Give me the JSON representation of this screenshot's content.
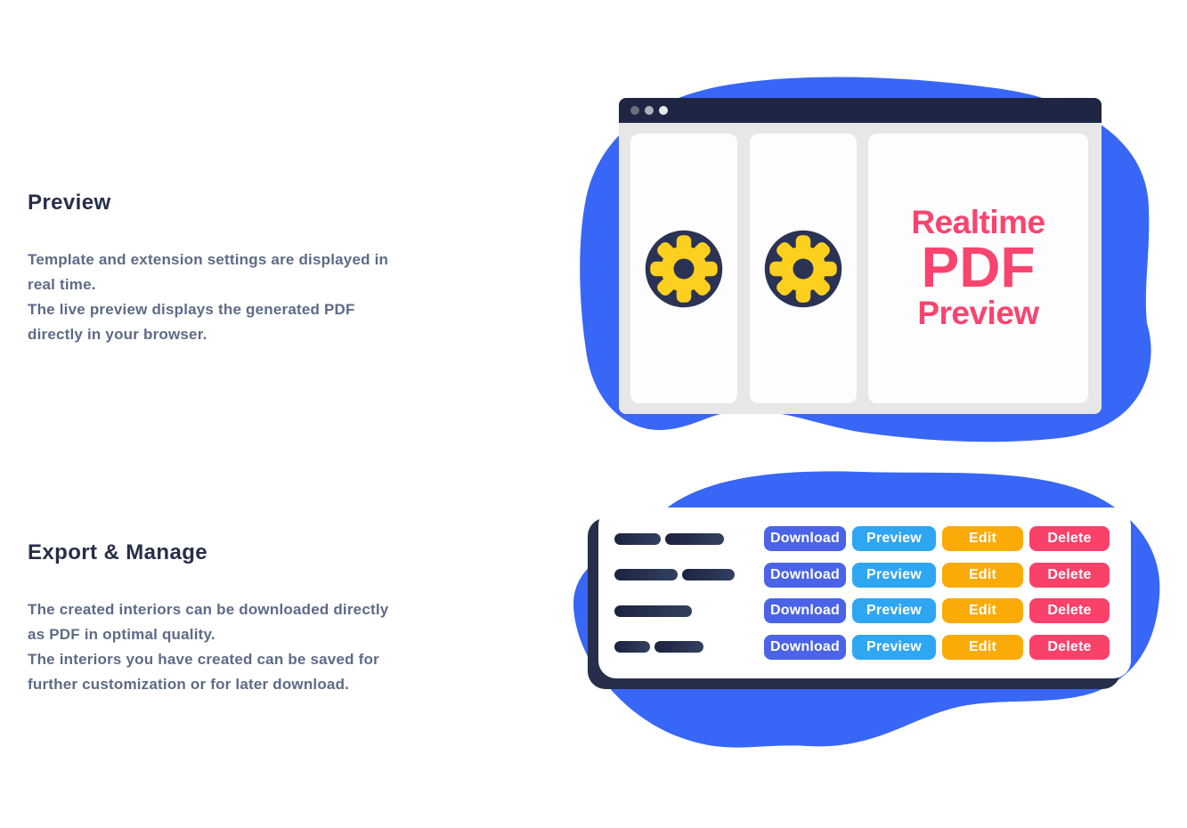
{
  "colors": {
    "blob-blue": "#3866f6",
    "titlebar-navy": "#1f2644",
    "window-gray": "#e7e7e9",
    "panel-white": "#fdfdfe",
    "gear-navy": "#2a3354",
    "gear-yellow": "#fdd01f",
    "pdf-pink": "#f9446e",
    "heading-navy": "#272e49",
    "body-slate": "#5d6b86",
    "card-shadow-navy": "#272e49",
    "dash-dark": "#1b2340",
    "dash-light": "#32405f",
    "dot-1": "#6e7077",
    "dot-2": "#aeb1b8",
    "dot-3": "#e9eaee"
  },
  "sections": {
    "preview": {
      "heading": "Preview",
      "body": "Template and extension settings are displayed in\nreal time.\nThe live preview displays the generated PDF\ndirectly in your browser."
    },
    "manage": {
      "heading": "Export & Manage",
      "body": "The created interiors can be downloaded directly\nas PDF in optimal quality.\nThe interiors you have created can be saved for\nfurther customization or for later download."
    }
  },
  "preview_illustration": {
    "pdf_text": [
      "Realtime",
      "PDF",
      "Preview"
    ]
  },
  "manage_illustration": {
    "actions": [
      {
        "label": "Download",
        "color": "#4a63e8",
        "width": 92
      },
      {
        "label": "Preview",
        "color": "#2fa6f2",
        "width": 94
      },
      {
        "label": "Edit",
        "color": "#fbab07",
        "width": 91
      },
      {
        "label": "Delete",
        "color": "#fa4169",
        "width": 90
      }
    ],
    "rows": [
      {
        "dashes": [
          52,
          66
        ]
      },
      {
        "dashes": [
          71,
          59
        ]
      },
      {
        "dashes": [
          87
        ]
      },
      {
        "dashes": [
          40,
          55
        ]
      }
    ]
  }
}
